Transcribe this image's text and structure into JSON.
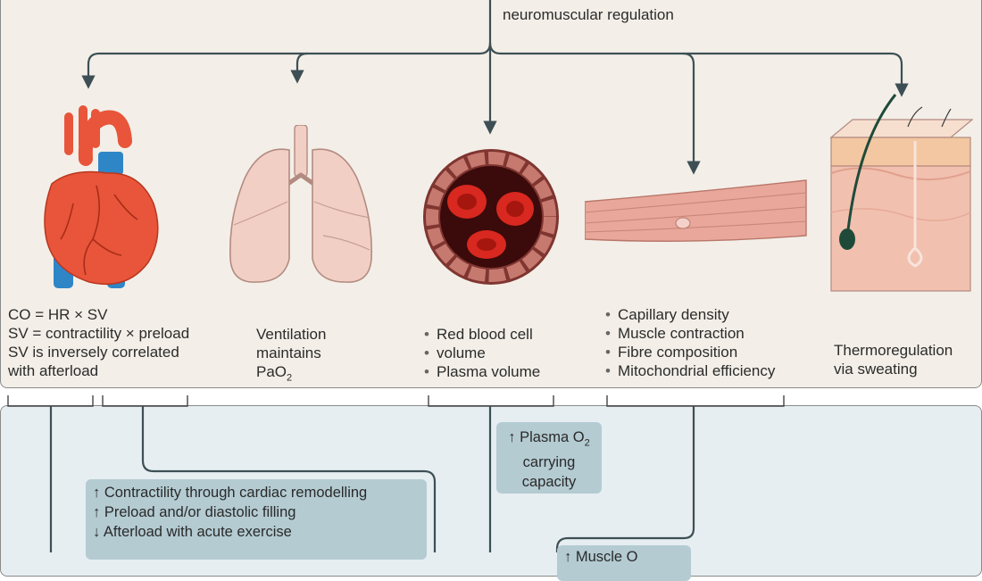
{
  "header": {
    "top_label": "neuromuscular regulation"
  },
  "components": {
    "cardiac": {
      "lines": [
        "CO = HR × SV",
        "SV = contractility × preload",
        "SV is inversely correlated",
        "with afterload"
      ]
    },
    "ventilation": {
      "line1": "Ventilation",
      "line2": "maintains",
      "line3_main": "PaO",
      "line3_sub": "2"
    },
    "blood": {
      "items": [
        "Red blood cell",
        "volume",
        "Plasma volume"
      ]
    },
    "muscle": {
      "items": [
        "Capillary density",
        "Muscle contraction",
        "Fibre composition",
        "Mitochondrial efficiency"
      ]
    },
    "thermo": {
      "line1": "Thermoregulation",
      "line2": "via sweating"
    }
  },
  "adaptations": {
    "plasma": {
      "line1_prefix": "↑ Plasma O",
      "line1_sub": "2",
      "line2": "carrying",
      "line3": "capacity"
    },
    "cardiac": {
      "items": [
        "↑ Contractility through cardiac remodelling",
        "↑ Preload and/or diastolic filling",
        "↓ Afterload with acute exercise"
      ]
    },
    "muscle": {
      "partial": "↑ Muscle O"
    }
  },
  "colors": {
    "connector": "#3d4f55",
    "panel_top_bg": "#f3efe8",
    "panel_bottom_bg": "#e6eef2",
    "box_bg": "#b4cbd2",
    "heart_red": "#e8553a",
    "vessel_blue": "#2f86c7",
    "lung_pink": "#f1cfc4",
    "rbc_red": "#d8281f",
    "muscle_pink": "#e8a79a",
    "skin_pink": "#f2c0ae"
  }
}
